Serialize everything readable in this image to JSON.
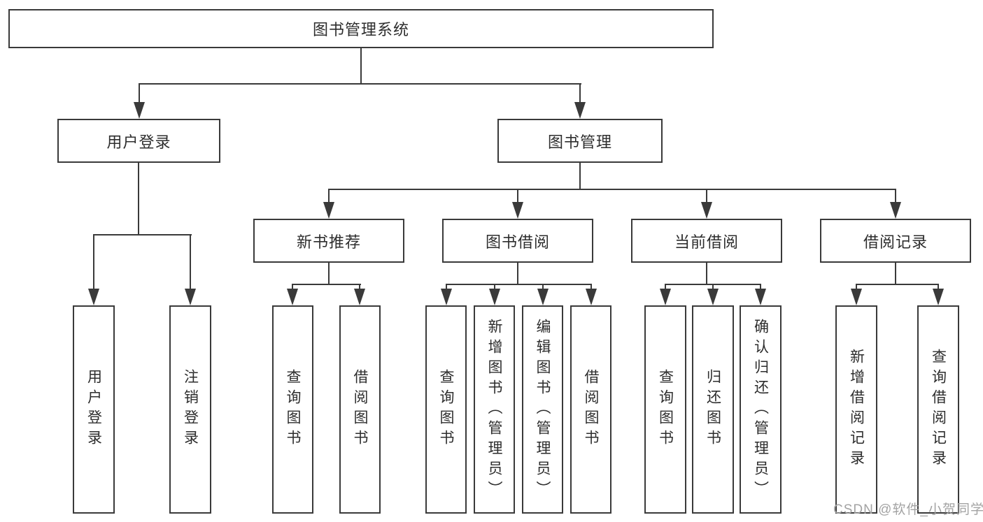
{
  "colors": {
    "background": "#ffffff",
    "line": "#3a3a3a",
    "text": "#2d2d2d",
    "watermark": "#a3a3a3"
  },
  "watermark": {
    "text": "CSDN @软件_小贺同学"
  },
  "tree": {
    "root": {
      "label": "图书管理系统",
      "children": [
        {
          "label": "用户登录",
          "children": [
            {
              "label": "用户登录"
            },
            {
              "label": "注销登录"
            }
          ]
        },
        {
          "label": "图书管理",
          "children": [
            {
              "label": "新书推荐",
              "children": [
                {
                  "label": "查询图书"
                },
                {
                  "label": "借阅图书"
                }
              ]
            },
            {
              "label": "图书借阅",
              "children": [
                {
                  "label": "查询图书"
                },
                {
                  "label": "新增图书（管理员）"
                },
                {
                  "label": "编辑图书（管理员）"
                },
                {
                  "label": "借阅图书"
                }
              ]
            },
            {
              "label": "当前借阅",
              "children": [
                {
                  "label": "查询图书"
                },
                {
                  "label": "归还图书"
                },
                {
                  "label": "确认归还（管理员）"
                }
              ]
            },
            {
              "label": "借阅记录",
              "children": [
                {
                  "label": "新增借阅记录"
                },
                {
                  "label": "查询借阅记录"
                }
              ]
            }
          ]
        }
      ]
    }
  }
}
